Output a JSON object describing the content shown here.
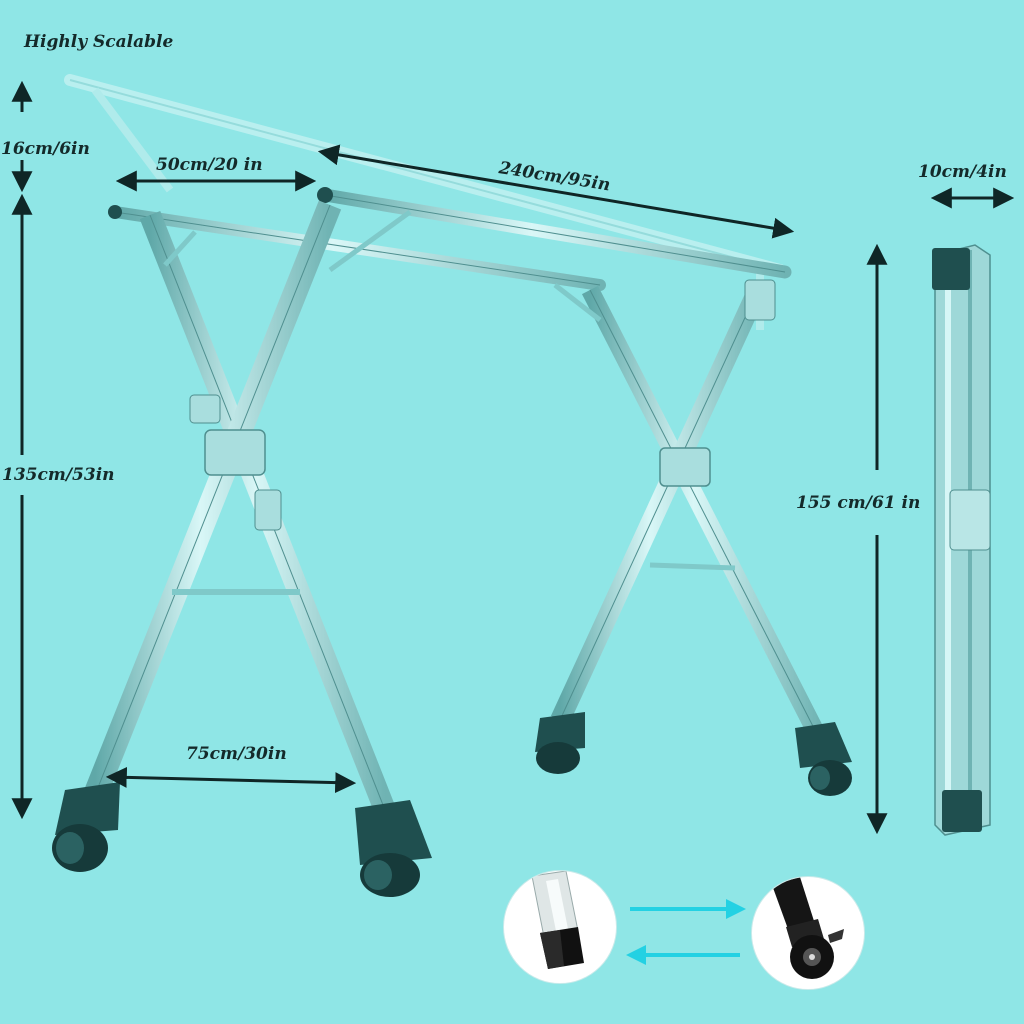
{
  "title": "Highly Scalable",
  "dimensions": {
    "top_extension": "16cm/6in",
    "depth_top": "50cm/20 in",
    "length": "240cm/95in",
    "height": "135cm/53in",
    "width_bottom": "75cm/30in",
    "total_height": "155 cm/61 in",
    "folded_thickness": "10cm/4in"
  },
  "colors": {
    "background": "#8fe6e6",
    "frame": "#7fc9c9",
    "frame_edge": "#4f8f8f",
    "ghost_frame": "#bff0f0",
    "caster": "#1f4f4f",
    "arrow": "#0f2626",
    "swap_arrow": "#23d1e3"
  },
  "icons": {
    "foot_cap": "rectangular-foot-cap-icon",
    "caster_wheel": "caster-wheel-icon",
    "swap_arrows": "swap-arrows-icon"
  }
}
